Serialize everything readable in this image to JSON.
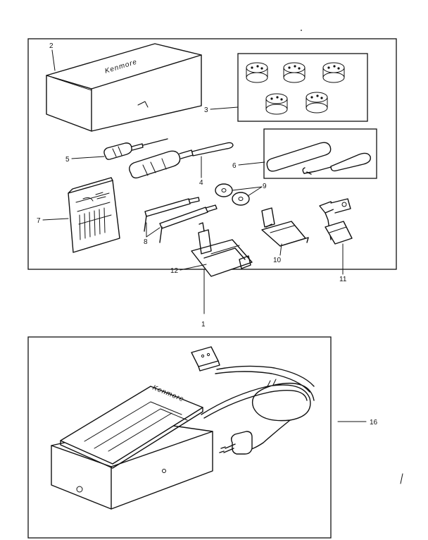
{
  "diagram": {
    "callouts": {
      "c1": "1",
      "c2": "2",
      "c3": "3",
      "c4": "4",
      "c5": "5",
      "c6": "6",
      "c7": "7",
      "c8": "8",
      "c9": "9",
      "c10": "10",
      "c11": "11",
      "c12": "12",
      "c16": "16"
    },
    "brand_box": "Kenmore",
    "brand_pedal": "Kenmore"
  }
}
